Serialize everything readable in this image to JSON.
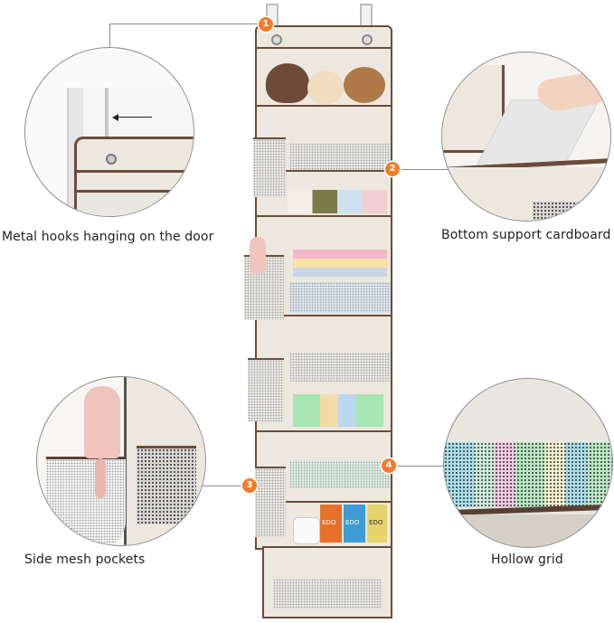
{
  "image": {
    "subject": "8-shelf over-the-door hanging organizer product infographic",
    "colors": {
      "fabric": "#ece8df",
      "trim": "#6b4c3a",
      "badge": "#f07d2b",
      "leader_line": "#8c8c8c",
      "text": "#222222"
    }
  },
  "features": [
    {
      "number": "1",
      "label": "Metal hooks hanging on the door",
      "position": "top-left"
    },
    {
      "number": "2",
      "label": "Bottom support cardboard",
      "position": "top-right"
    },
    {
      "number": "3",
      "label": "Side mesh pockets",
      "position": "bottom-left"
    },
    {
      "number": "4",
      "label": "Hollow grid",
      "position": "bottom-right"
    }
  ],
  "product": {
    "box_labels": [
      "EDO",
      "EDO",
      "EDO"
    ]
  }
}
